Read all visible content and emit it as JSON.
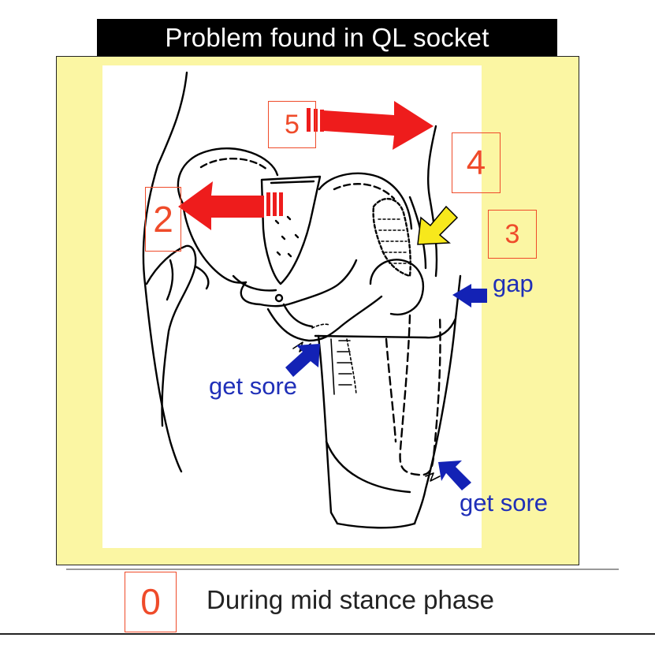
{
  "title": "Problem found in QL socket",
  "labels": {
    "n5": "5",
    "n4": "4",
    "n3": "3",
    "n2": "2",
    "n0": "0",
    "gap": "gap",
    "sore_left": "get sore",
    "sore_right": "get sore"
  },
  "caption": "During mid stance phase",
  "colors": {
    "panel": "#fbf6a3",
    "title_bg": "#000000",
    "number_red": "#ef4b2a",
    "arrow_red": "#ee1c1c",
    "arrow_blue": "#1322b5",
    "arrow_yellow": "#f7e81c",
    "label_blue": "#1f2fb8"
  },
  "icons": [
    "red-arrow-right-icon",
    "red-arrow-left-icon",
    "yellow-arrow-icon",
    "blue-arrow-icon"
  ]
}
